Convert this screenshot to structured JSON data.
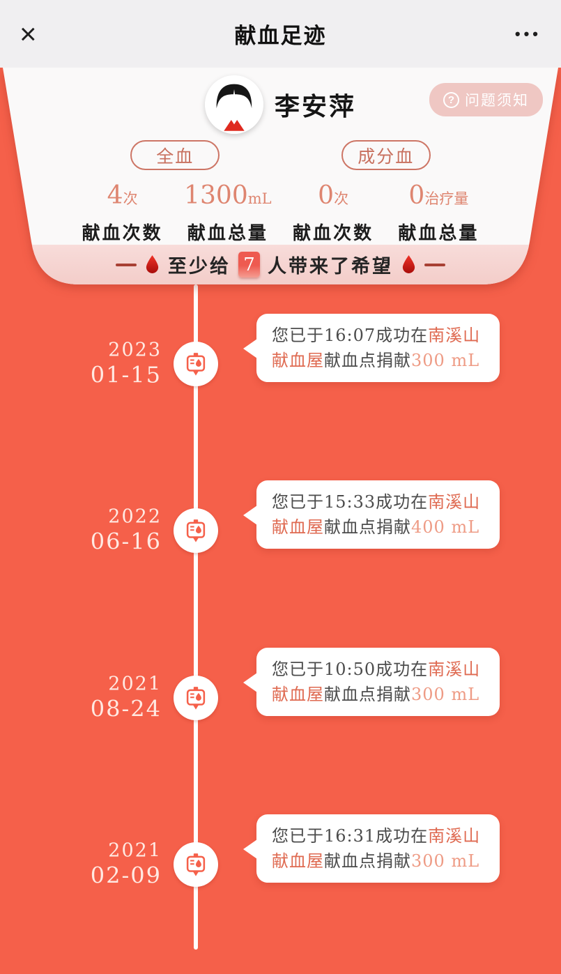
{
  "colors": {
    "background": "#f5604a",
    "navbar_bg": "#f0eff1",
    "card_bg": "#faf9f9",
    "hope_strip_bg": "#f3cdc9",
    "accent_salmon": "#de8570",
    "site_text": "#df6a51",
    "volume_text": "#ee9b85",
    "date_text": "#ffe9e2"
  },
  "navbar": {
    "close_label": "×",
    "title": "献血足迹",
    "more_label": "•••"
  },
  "profile": {
    "name": "李安萍",
    "notice_icon": "?",
    "notice_label": "问题须知"
  },
  "stats": {
    "whole_blood": {
      "tab_label": "全血",
      "count_value": "4",
      "count_unit": "次",
      "count_label": "献血次数",
      "total_value": "1300",
      "total_unit": "mL",
      "total_label": "献血总量"
    },
    "component_blood": {
      "tab_label": "成分血",
      "count_value": "0",
      "count_unit": "次",
      "count_label": "献血次数",
      "total_value": "0",
      "total_unit": "治疗量",
      "total_label": "献血总量"
    }
  },
  "hope_banner": {
    "text_before": "至少给",
    "count": "7",
    "text_after": "人带来了希望"
  },
  "timeline": {
    "items": [
      {
        "year": "2023",
        "date": "01-15",
        "prefix": "您已于16:07成功在",
        "site": "南溪山献血屋",
        "middle": "献血点捐献",
        "volume": "300 mL"
      },
      {
        "year": "2022",
        "date": "06-16",
        "prefix": "您已于15:33成功在",
        "site": "南溪山献血屋",
        "middle": "献血点捐献",
        "volume": "400 mL"
      },
      {
        "year": "2021",
        "date": "08-24",
        "prefix": "您已于10:50成功在",
        "site": "南溪山献血屋",
        "middle": "献血点捐献",
        "volume": "300 mL"
      },
      {
        "year": "2021",
        "date": "02-09",
        "prefix": "您已于16:31成功在",
        "site": "南溪山献血屋",
        "middle": "献血点捐献",
        "volume": "300 mL"
      }
    ]
  }
}
